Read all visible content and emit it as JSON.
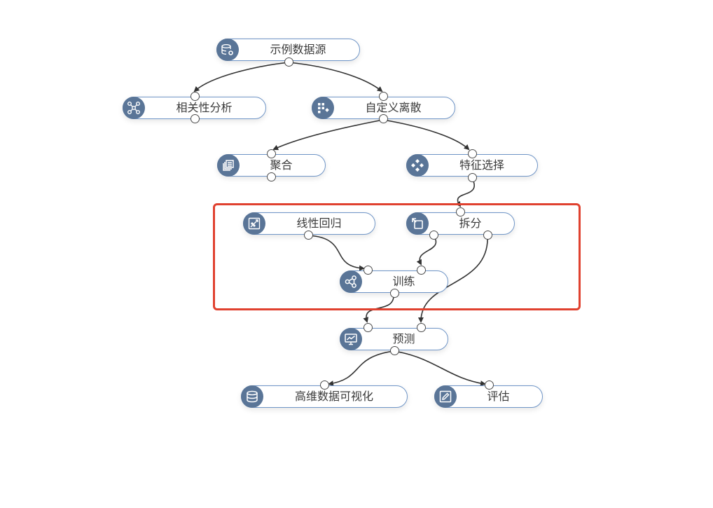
{
  "nodes": {
    "data_source": {
      "label": "示例数据源",
      "icon": "database-gear-icon"
    },
    "correlation": {
      "label": "相关性分析",
      "icon": "network-nodes-icon"
    },
    "discretize": {
      "label": "自定义离散",
      "icon": "grid-dots-icon"
    },
    "aggregate": {
      "label": "聚合",
      "icon": "stacked-layers-icon"
    },
    "feature_select": {
      "label": "特征选择",
      "icon": "diamond-arrows-icon"
    },
    "linear_regression": {
      "label": "线性回归",
      "icon": "regression-line-icon"
    },
    "split": {
      "label": "拆分",
      "icon": "split-squares-icon"
    },
    "train": {
      "label": "训练",
      "icon": "share-nodes-icon"
    },
    "predict": {
      "label": "预测",
      "icon": "monitor-chart-icon"
    },
    "hd_visualize": {
      "label": "高维数据可视化",
      "icon": "database-stack-icon"
    },
    "evaluate": {
      "label": "评估",
      "icon": "edit-pencil-icon"
    }
  },
  "edges": [
    {
      "from": "data_source",
      "to": "correlation"
    },
    {
      "from": "data_source",
      "to": "discretize"
    },
    {
      "from": "discretize",
      "to": "aggregate"
    },
    {
      "from": "discretize",
      "to": "feature_select"
    },
    {
      "from": "feature_select",
      "to": "split"
    },
    {
      "from": "linear_regression",
      "to": "train"
    },
    {
      "from": "split",
      "to": "train"
    },
    {
      "from": "split",
      "to": "predict"
    },
    {
      "from": "train",
      "to": "predict"
    },
    {
      "from": "predict",
      "to": "hd_visualize"
    },
    {
      "from": "predict",
      "to": "evaluate"
    }
  ],
  "colors": {
    "icon_bg": "#5a7597",
    "node_border": "#6f95c7",
    "edge": "#333333",
    "selection": "#e0412f"
  }
}
